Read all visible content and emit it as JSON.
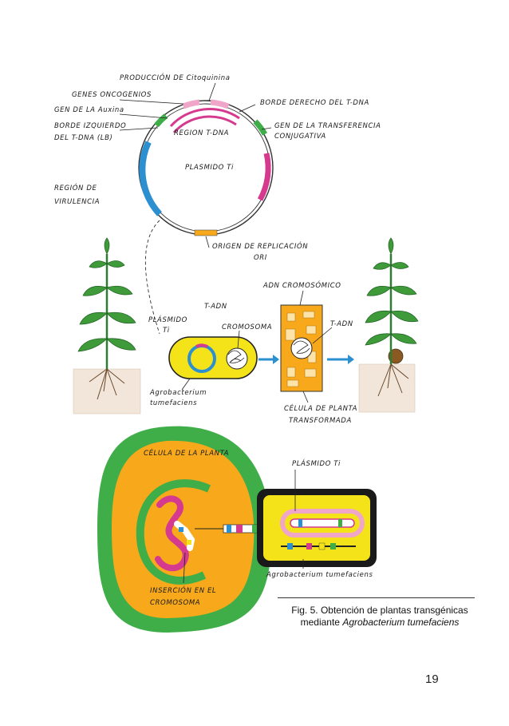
{
  "labels": {
    "produccion": "PRODUCCIÓN DE Citoquinina",
    "genes_oncogenios": "GENES ONCOGENIOS",
    "gen_auxina": "GEN DE LA Auxina",
    "borde_izq_1": "BORDE IZQUIERDO",
    "borde_izq_2": "DEL T-DNA (LB)",
    "borde_der": "BORDE DERECHO DEL T-DNA",
    "gen_transf_1": "GEN DE LA TRANSFERENCIA",
    "gen_transf_2": "CONJUGATIVA",
    "region_tdna": "REGION T-DNA",
    "plasmido_ti": "PLASMIDO Ti",
    "region_vir_1": "REGIÓN DE",
    "region_vir_2": "VIRULENCIA",
    "origen_1": "ORIGEN DE REPLICACIÓN",
    "origen_2": "ORI",
    "adn_cromosomico": "ADN CROMOSÓMICO",
    "t_adn_1": "T-ADN",
    "plasmido_mid_1": "PLÁSMIDO",
    "plasmido_mid_2": "Ti",
    "cromosoma": "CROMOSOMA",
    "t_adn_2": "T-ADN",
    "agro_1": "Agrobacterium",
    "agro_2": "tumefaciens",
    "celula_transf_1": "CÉLULA DE PLANTA",
    "celula_transf_2": "TRANSFORMADA",
    "celula_planta": "CÉLULA DE LA PLANTA",
    "plasmido_bottom": "PLÁSMIDO Ti",
    "insercion_1": "INSERCIÓN EN EL",
    "insercion_2": "CROMOSOMA",
    "agro_bottom": "Agrobacterium tumefaciens"
  },
  "caption": {
    "prefix": "Fig. 5. Obtención de plantas transgénicas",
    "line2_plain": "mediante ",
    "line2_italic": "Agrobacterium tumefaciens"
  },
  "page_number": "19",
  "colors": {
    "orange": "#f7a81b",
    "green": "#3fae49",
    "blue": "#2b8fd0",
    "magenta": "#d63a8e",
    "pink": "#f0a6c8",
    "yellow": "#f5e31a",
    "soil": "#f2e6da"
  }
}
